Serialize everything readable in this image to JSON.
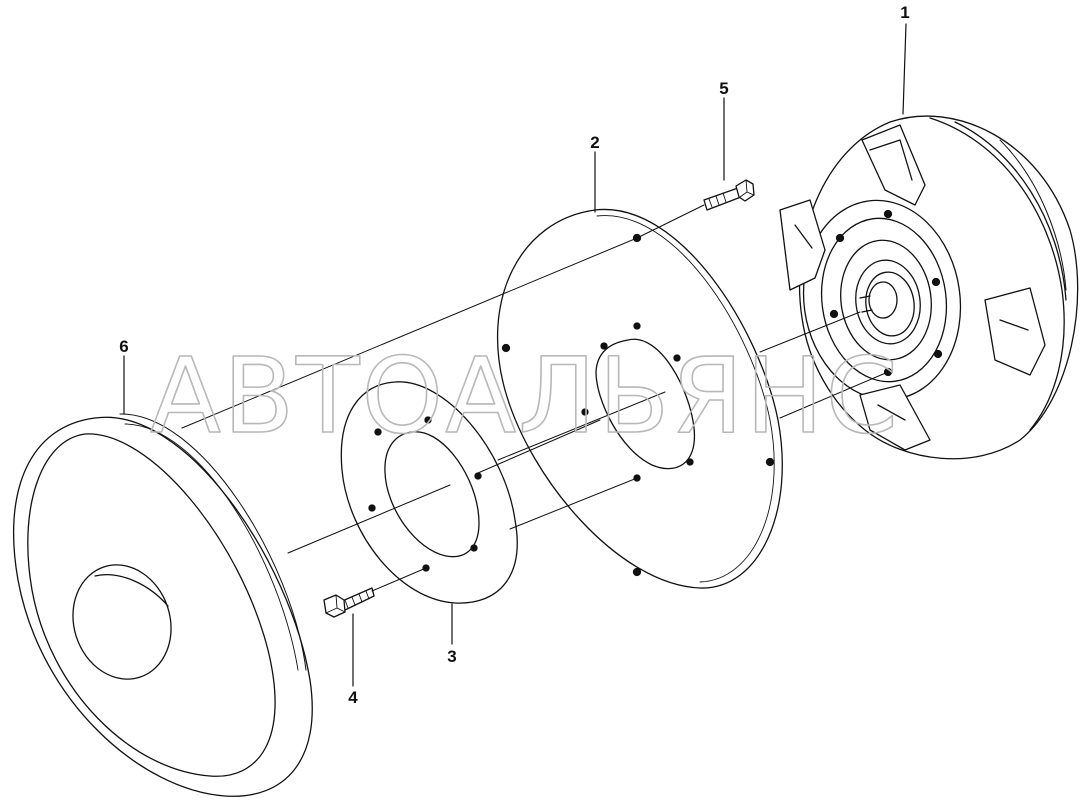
{
  "parts": [
    {
      "number": "1",
      "name": "torque-converter"
    },
    {
      "number": "2",
      "name": "flex-plate"
    },
    {
      "number": "3",
      "name": "reinforcement-plate"
    },
    {
      "number": "4",
      "name": "flex-plate-bolt"
    },
    {
      "number": "5",
      "name": "converter-bolt"
    },
    {
      "number": "6",
      "name": "flywheel-housing"
    }
  ],
  "watermark": {
    "text": "АВТОАЛЬЯНС"
  },
  "colors": {
    "line": "#111111",
    "watermark": "#b8b8b8",
    "background": "#ffffff"
  }
}
